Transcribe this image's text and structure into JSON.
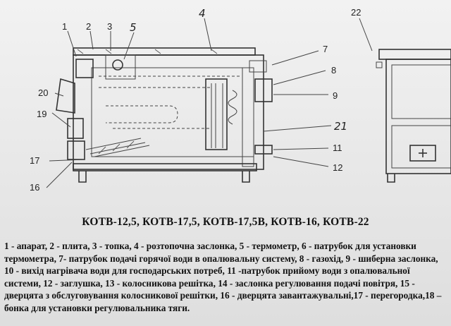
{
  "diagram": {
    "labels": [
      "1",
      "2",
      "3",
      "4",
      "5",
      "7",
      "8",
      "9",
      "21",
      "11",
      "12",
      "20",
      "19",
      "17",
      "16",
      "22"
    ]
  },
  "title": "КОТВ-12,5, КОТВ-17,5, КОТВ-17,5В, КОТВ-16, КОТВ-22",
  "legend": "1 - апарат, 2 - плита, 3 - топка, 4 - розтопочна заслонка, 5 - термометр, 6 - патрубок для установки термометра, 7- патрубок подачі горячої води в опалювальну систему, 8 - газохід, 9 - шиберна заслонка, 10 - вихід нагрівача води для господарських потреб, 11 -патрубок прийому води з опалювальної системи, 12 - заглушка, 13 - колосникова решітка, 14 - заслонка регулювання подачі повітря, 15 - дверцята з обслуговування колосникової решітки, 16 - дверцята завантажувальні,17 -  перегородка,18 – бонка для установки регулювальника тяги."
}
